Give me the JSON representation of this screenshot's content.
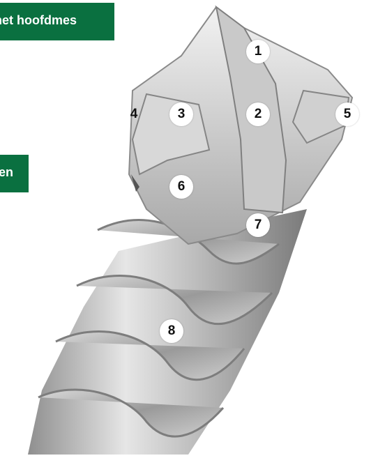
{
  "labels": {
    "top_tag": "het hoofdmes",
    "middle_tag": "en"
  },
  "markers": [
    "1",
    "2",
    "3",
    "4",
    "5",
    "6",
    "7",
    "8"
  ],
  "colors": {
    "tag_background": "#0a7040",
    "tag_text": "#ffffff",
    "marker_background": "#ffffff",
    "marker_text": "#111111"
  }
}
